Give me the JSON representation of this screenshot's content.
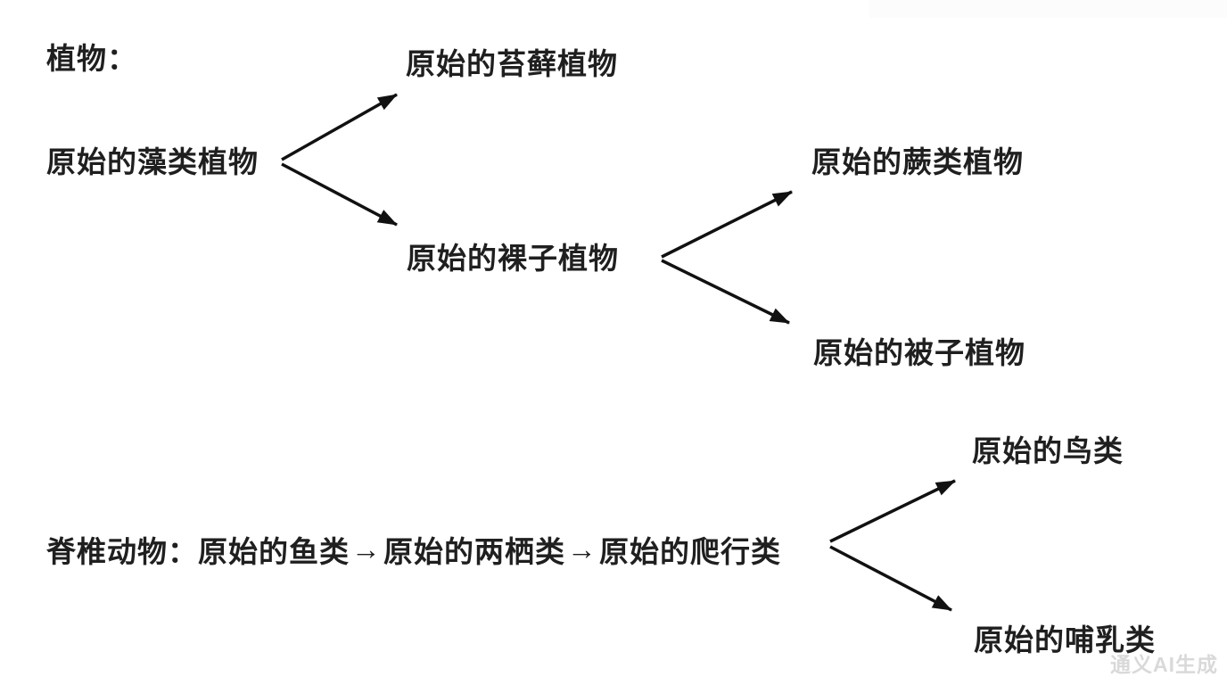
{
  "page": {
    "background": "#ffffff",
    "text_color": "#1f1f1f",
    "arrow_color": "#111111",
    "watermark_color": "#bdbdbd"
  },
  "plants_section": {
    "title": "植物：",
    "nodes": {
      "algae": "原始的藻类植物",
      "moss": "原始的苔藓植物",
      "gymnosperm": "原始的裸子植物",
      "fern": "原始的蕨类植物",
      "angiosperm": "原始的被子植物"
    },
    "edges": [
      {
        "from": "原始的藻类植物",
        "to": "原始的苔藓植物"
      },
      {
        "from": "原始的藻类植物",
        "to": "原始的裸子植物"
      },
      {
        "from": "原始的裸子植物",
        "to": "原始的蕨类植物"
      },
      {
        "from": "原始的裸子植物",
        "to": "原始的被子植物"
      }
    ]
  },
  "vertebrates_section": {
    "title": "脊椎动物：",
    "chain": [
      "原始的鱼类",
      "原始的两栖类",
      "原始的爬行类"
    ],
    "chain_arrow": "→",
    "nodes": {
      "bird": "原始的鸟类",
      "mammal": "原始的哺乳类"
    },
    "edges": [
      {
        "from": "原始的爬行类",
        "to": "原始的鸟类"
      },
      {
        "from": "原始的爬行类",
        "to": "原始的哺乳类"
      }
    ]
  },
  "watermark": {
    "text": "通义AI生成"
  }
}
